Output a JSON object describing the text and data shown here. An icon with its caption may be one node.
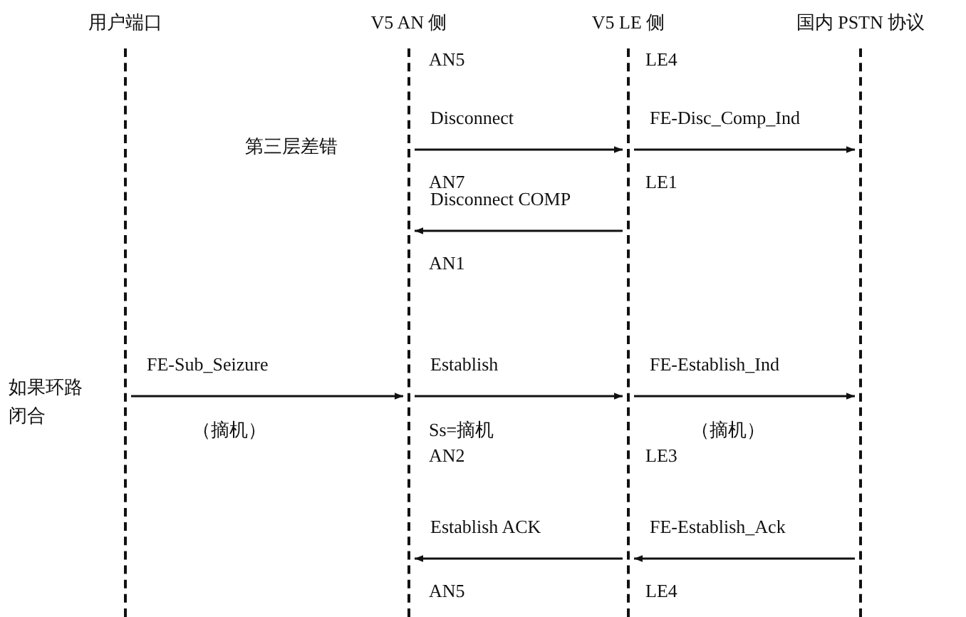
{
  "diagram": {
    "nodes": [
      {
        "text": [
          "用户端口"
        ]
      },
      {
        "text": [
          "V5 AN 侧"
        ]
      },
      {
        "text": [
          "V5 LE 侧"
        ]
      },
      {
        "text": [
          "国内 PSTN 协议"
        ]
      }
    ],
    "edges": [
      {
        "from": 1,
        "to": 2,
        "arrow": "to",
        "label": "Disconnect"
      },
      {
        "from": 2,
        "to": 3,
        "arrow": "to",
        "label": "FE-Disc_Comp_Ind"
      },
      {
        "from": 2,
        "to": 1,
        "arrow": "to",
        "label": "Disconnect COMP"
      },
      {
        "from": 0,
        "to": 1,
        "arrow": "to",
        "label": "FE-Sub_Seizure"
      },
      {
        "from": 1,
        "to": 2,
        "arrow": "to",
        "label": "Establish"
      },
      {
        "from": 2,
        "to": 3,
        "arrow": "to",
        "label": "FE-Establish_Ind"
      },
      {
        "from": 2,
        "to": 1,
        "arrow": "to",
        "label": "Establish ACK"
      },
      {
        "from": 3,
        "to": 2,
        "arrow": "to",
        "label": "FE-Establish_Ack"
      }
    ],
    "labels": [
      "AN5",
      "LE4",
      "第三层差错",
      "AN7",
      "LE1",
      "AN1",
      "如果环路闭合",
      "（摘机）",
      "Ss=摘机",
      "（摘机）",
      "AN2",
      "LE3",
      "AN5",
      "LE4"
    ]
  }
}
